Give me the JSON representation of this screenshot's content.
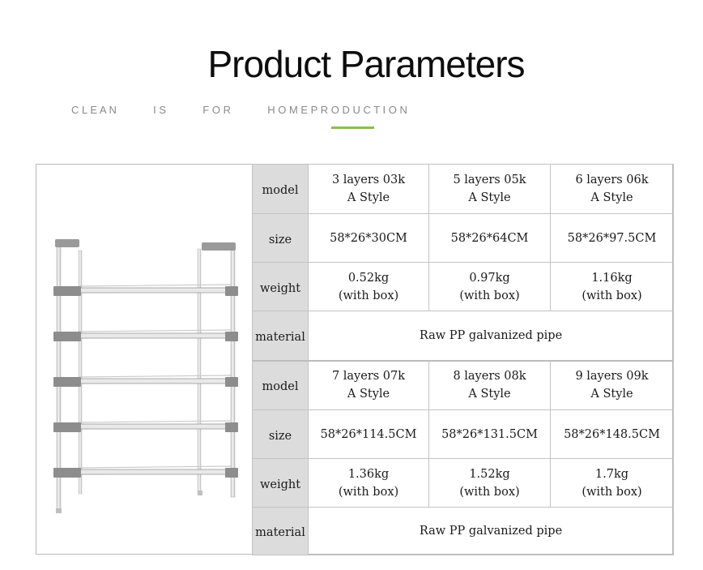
{
  "header": {
    "title": "Product Parameters",
    "subtitle_words": [
      "C L E A N",
      "I S",
      "F O R",
      "H O M E P R O D U C T I O N"
    ]
  },
  "colors": {
    "accent": "#8bbf4a",
    "label_bg": "#dcdcdc",
    "border": "#c3c3c3"
  },
  "table": {
    "group1": {
      "model_label": "model",
      "models": [
        {
          "line1": "3 layers 03k",
          "line2": "A Style"
        },
        {
          "line1": "5 layers 05k",
          "line2": "A Style"
        },
        {
          "line1": "6 layers 06k",
          "line2": "A Style"
        }
      ],
      "size_label": "size",
      "sizes": [
        "58*26*30CM",
        "58*26*64CM",
        "58*26*97.5CM"
      ],
      "weight_label": "weight",
      "weights": [
        {
          "line1": "0.52kg",
          "line2": "(with box)"
        },
        {
          "line1": "0.97kg",
          "line2": "(with box)"
        },
        {
          "line1": "1.16kg",
          "line2": "(with box)"
        }
      ],
      "material_label": "material",
      "material": "Raw PP galvanized pipe"
    },
    "group2": {
      "model_label": "model",
      "models": [
        {
          "line1": "7 layers 07k",
          "line2": "A Style"
        },
        {
          "line1": "8 layers 08k",
          "line2": "A Style"
        },
        {
          "line1": "9 layers 09k",
          "line2": "A Style"
        }
      ],
      "size_label": "size",
      "sizes": [
        "58*26*114.5CM",
        "58*26*131.5CM",
        "58*26*148.5CM"
      ],
      "weight_label": "weight",
      "weights": [
        {
          "line1": "1.36kg",
          "line2": "(with box)"
        },
        {
          "line1": "1.52kg",
          "line2": "(with box)"
        },
        {
          "line1": "1.7kg",
          "line2": "(with box)"
        }
      ],
      "material_label": "material",
      "material": "Raw PP galvanized pipe"
    }
  }
}
